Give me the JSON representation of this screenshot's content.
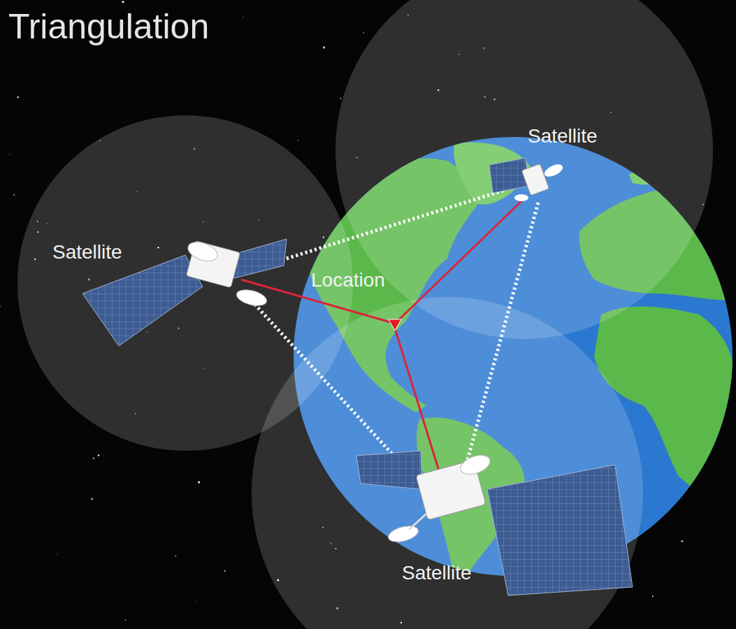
{
  "diagram": {
    "title": "Triangulation",
    "labels": [
      "Satellite",
      "Satellite",
      "Location",
      "Satellite"
    ]
  }
}
